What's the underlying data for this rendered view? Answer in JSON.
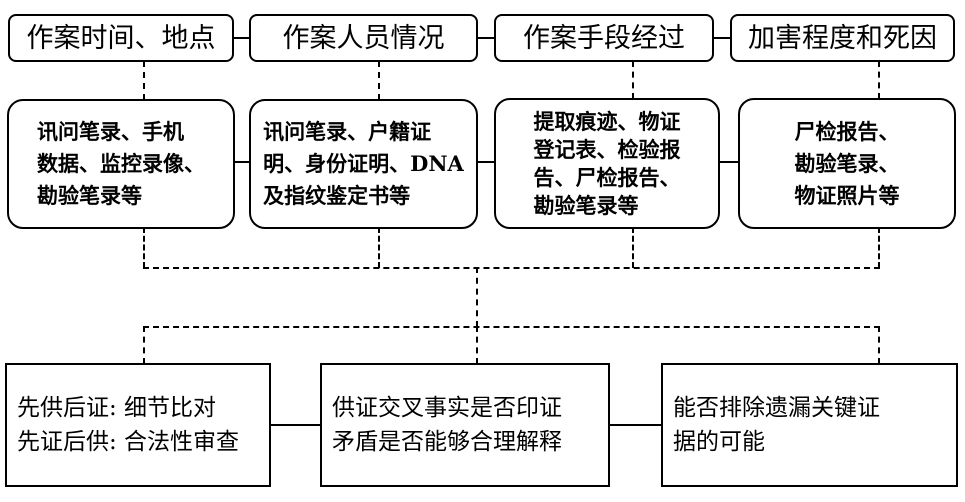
{
  "headers": [
    {
      "label": "作案时间、地点"
    },
    {
      "label": "作案人员情况"
    },
    {
      "label": "作案手段经过"
    },
    {
      "label": "加害程度和死因"
    }
  ],
  "evidence": [
    {
      "text": "讯问笔录、手机\n数据、监控录像、\n勘验笔录等"
    },
    {
      "text": "讯问笔录、户籍证\n明、身份证明、DNA\n及指纹鉴定书等"
    },
    {
      "text": "提取痕迹、物证\n登记表、检验报\n告、尸检报告、\n勘验笔录等"
    },
    {
      "text": "尸检报告、\n勘验笔录、\n物证照片等"
    }
  ],
  "analysis": [
    {
      "text": "先供后证: 细节比对\n先证后供: 合法性审查"
    },
    {
      "text": "供证交叉事实是否印证\n矛盾是否能够合理解释"
    },
    {
      "text": "能否排除遗漏关键证\n据的可能"
    }
  ]
}
